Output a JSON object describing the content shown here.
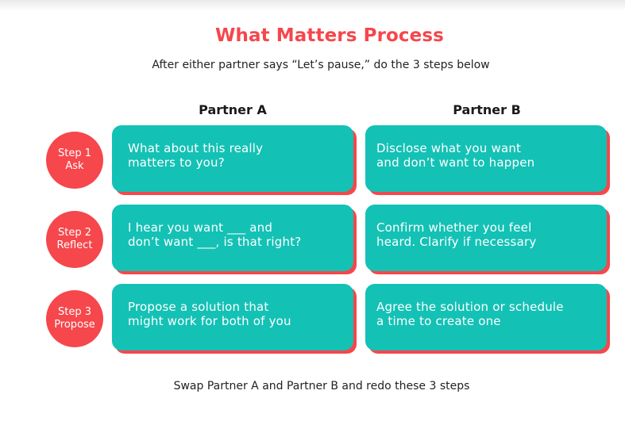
{
  "title": "What Matters Process",
  "subtitle": "After either partner says “Let’s pause,” do the 3 steps below",
  "columns": {
    "a": "Partner A",
    "b": "Partner B"
  },
  "steps": [
    {
      "number": "Step 1",
      "name": "Ask",
      "partner_a": "What about this really\nmatters to you?",
      "partner_b": "Disclose what you want\nand don’t want to happen"
    },
    {
      "number": "Step 2",
      "name": "Reflect",
      "partner_a": "I hear you want ___ and\ndon’t want ___, is that right?",
      "partner_b": "Confirm whether you feel\nheard. Clarify if necessary"
    },
    {
      "number": "Step 3",
      "name": "Propose",
      "partner_a": "Propose a solution that\nmight work for both of you",
      "partner_b": "Agree the solution or schedule\na time to create one"
    }
  ],
  "footer": "Swap Partner A and Partner B and redo these 3 steps",
  "colors": {
    "accent": "#f5474c",
    "card": "#14c1b5"
  }
}
